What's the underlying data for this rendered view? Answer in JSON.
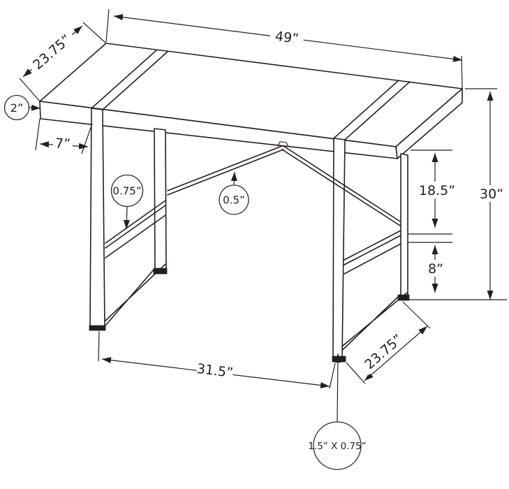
{
  "diagram": {
    "type": "furniture-dimension-drawing",
    "subject": "computer desk line drawing with dimensions",
    "colors": {
      "line": "#231f20",
      "background": "#ffffff"
    },
    "labels": {
      "top_width": "49”",
      "top_depth": "23.75”",
      "top_thickness": "2”",
      "leg_inset": "7”",
      "shelf_bar_thickness": "0.75”",
      "brace_diameter": "0.5”",
      "top_to_shelf": "18.5”",
      "shelf_to_floor": "8”",
      "overall_height": "30”",
      "between_legs": "31.5”",
      "leg_depth": "23.75”",
      "leg_tube_size": "1.5” X 0.75”"
    }
  }
}
